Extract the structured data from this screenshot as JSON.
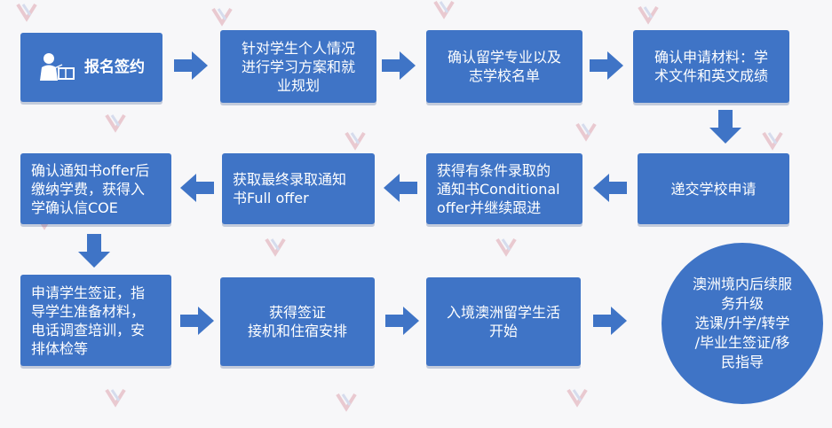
{
  "colors": {
    "box": "#3f74c6",
    "arrow": "#3f74c6",
    "text": "#ffffff"
  },
  "steps": {
    "s1": "报名签约",
    "s2": "针对学生个人情况\n进行学习方案和就\n业规划",
    "s3": "确认留学专业以及\n志学校名单",
    "s4": "确认申请材料：学\n术文件和英文成绩",
    "s5": "递交学校申请",
    "s6": "获得有条件录取的\n通知书Conditional\noffer并继续跟进",
    "s7": "获取最终录取通知\n书Full offer",
    "s8": "确认通知书offer后\n缴纳学费，获得入\n学确认信COE",
    "s9": "申请学生签证，指\n导学生准备材料，\n电话调查培训，安\n排体检等",
    "s10": "获得签证\n接机和住宿安排",
    "s11": "入境澳洲留学生活\n开始",
    "s12": "澳洲境内后续服\n务升级\n选课/升学/转学\n/毕业生签证/移\n民指导"
  },
  "icons": {
    "s1": "teacher-at-board-icon",
    "arrow": "right-arrow-icon"
  }
}
